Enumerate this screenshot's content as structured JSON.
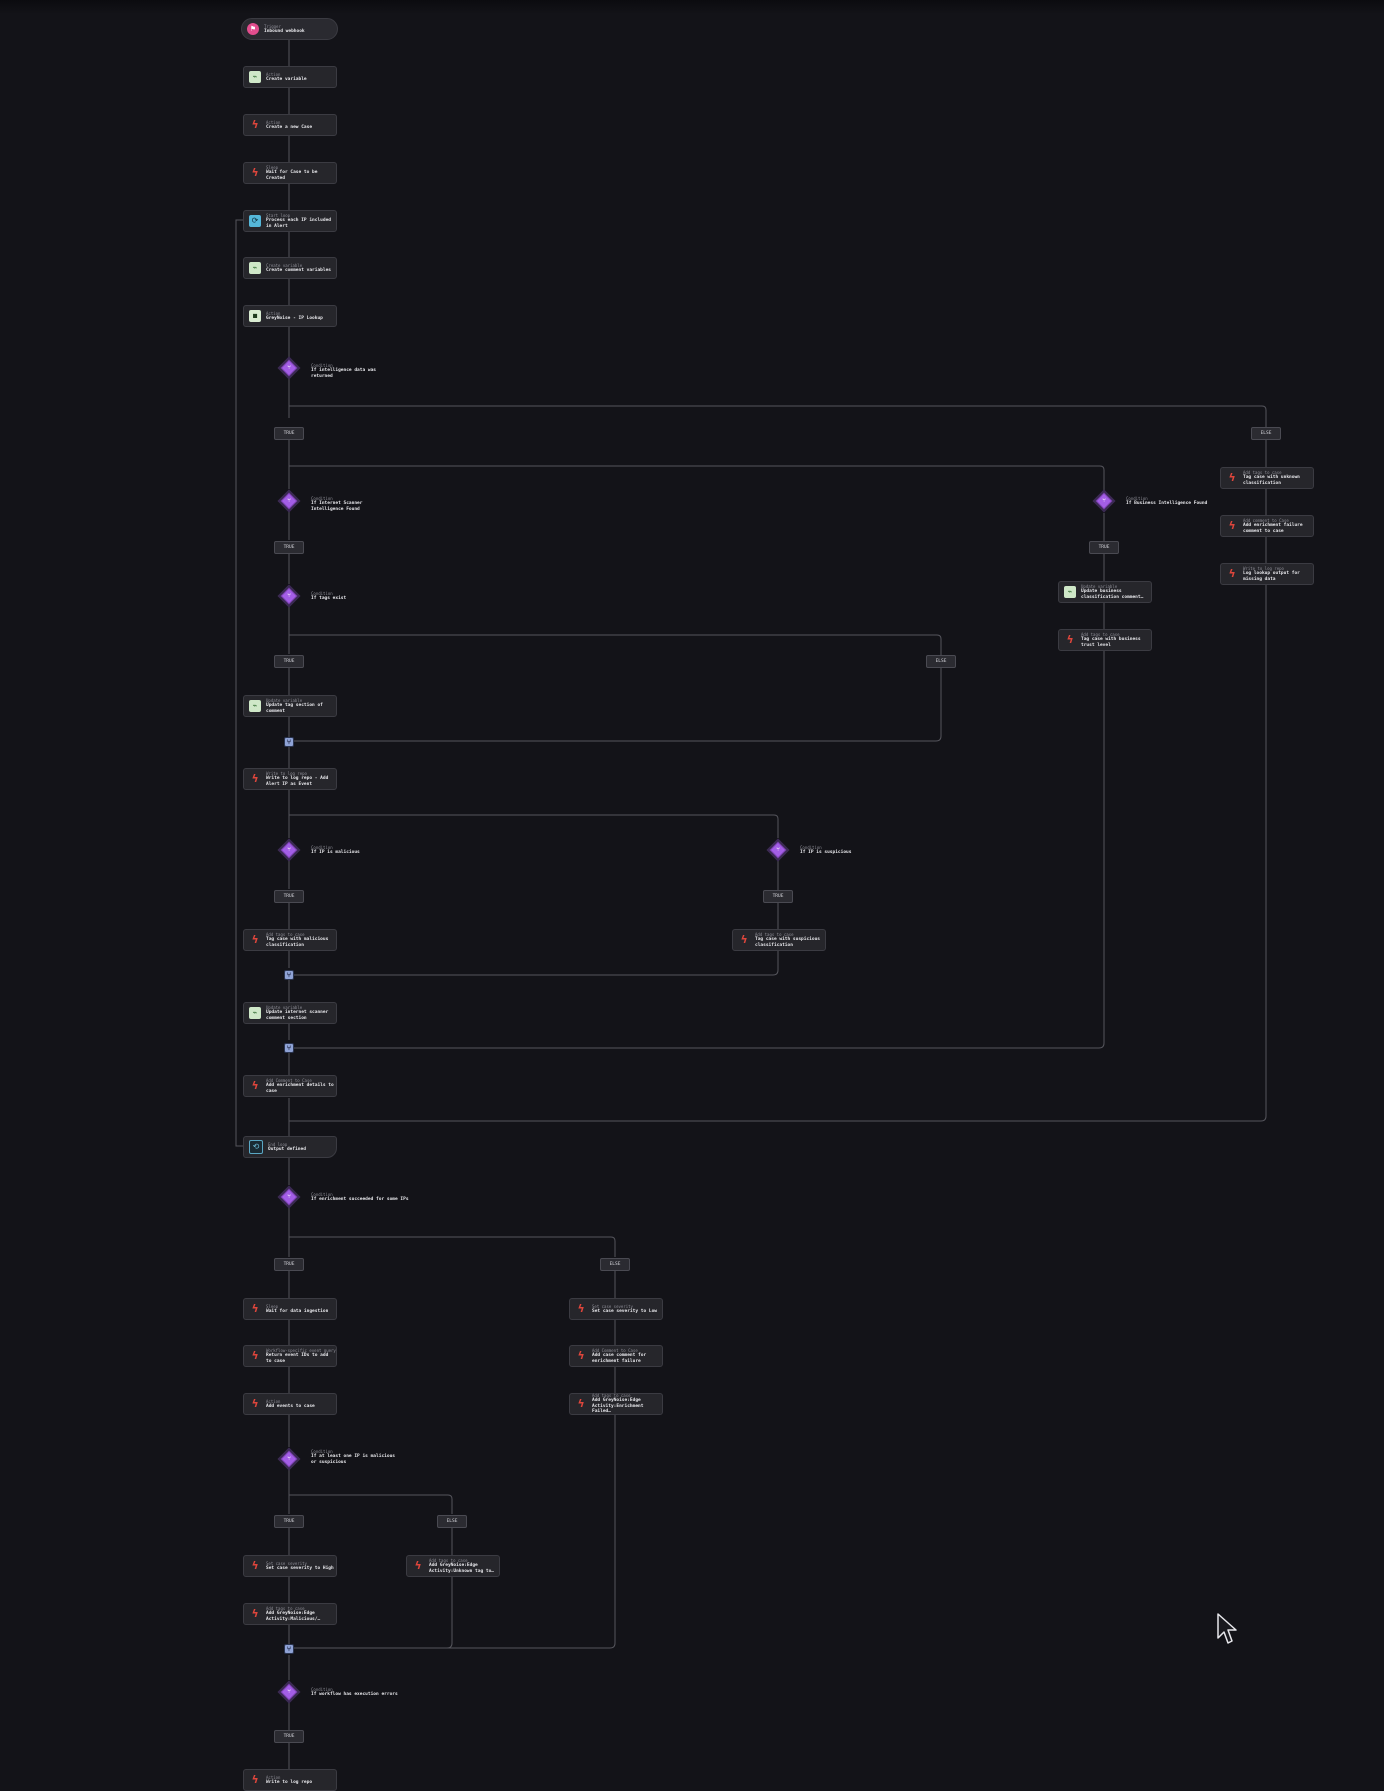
{
  "colors": {
    "background": "#131318",
    "wire": "#55555c",
    "condition": "#a35ee6",
    "trigger": "#e24d8d",
    "loop": "#55b7d9",
    "merge": "#8fa3d6",
    "action_icon": "#e0463c"
  },
  "nodes": {
    "n1": {
      "category": "Trigger",
      "label": "Inbound webhook",
      "icon": "webhook-icon"
    },
    "n2": {
      "category": "Action",
      "label": "Create variable",
      "icon": "variable-icon"
    },
    "n3": {
      "category": "Action",
      "label": "Create a new Case",
      "icon": "action-icon"
    },
    "n4": {
      "category": "Sleep",
      "label": "Wait for Case to be Created",
      "icon": "action-icon"
    },
    "n5": {
      "category": "Start loop",
      "label": "Process each IP included in Alert",
      "icon": "loop-icon"
    },
    "n6": {
      "category": "Create variable",
      "label": "Create comment variables",
      "icon": "variable-icon"
    },
    "n7": {
      "category": "Action",
      "label": "GreyNoise - IP Lookup",
      "icon": "greynoise-icon"
    },
    "n8": {
      "category": "Update variable",
      "label": "Update tag section of comment",
      "icon": "variable-icon"
    },
    "n9": {
      "category": "Write to log repo",
      "label": "Write to log repo - Add Alert IP as Event",
      "icon": "action-icon"
    },
    "n10": {
      "category": "Add tags to case",
      "label": "Tag case with malicious classification",
      "icon": "action-icon"
    },
    "n11": {
      "category": "Add tags to case",
      "label": "Tag case with suspicious classification",
      "icon": "action-icon"
    },
    "n12": {
      "category": "Update variable",
      "label": "Update internet scanner comment section",
      "icon": "variable-icon"
    },
    "n13": {
      "category": "Add Comment to Case",
      "label": "Add enrichment details to case",
      "icon": "action-icon"
    },
    "n14": {
      "category": "Update variable",
      "label": "Update business classification comment…",
      "icon": "variable-icon"
    },
    "n15": {
      "category": "Add tags to case",
      "label": "Tag case with business trust level",
      "icon": "action-icon"
    },
    "n16": {
      "category": "Add tags to case",
      "label": "Tag case with unknown classification",
      "icon": "action-icon"
    },
    "n17": {
      "category": "Add comment to Case",
      "label": "Add enrichment failure comment to case",
      "icon": "action-icon"
    },
    "n18": {
      "category": "Write to log repo",
      "label": "Log lookup output for missing data",
      "icon": "action-icon"
    },
    "n19": {
      "category": "End loop",
      "label": "Output defined",
      "icon": "loop-end-icon"
    },
    "n20": {
      "category": "Sleep",
      "label": "Wait for data ingestion",
      "icon": "action-icon"
    },
    "n21": {
      "category": "Workflow-specific event query",
      "label": "Return event IDs to add to case",
      "icon": "action-icon"
    },
    "n22": {
      "category": "Action",
      "label": "Add events to case",
      "icon": "action-icon"
    },
    "n23": {
      "category": "Set case severity",
      "label": "Set case severity to Low",
      "icon": "action-icon"
    },
    "n24": {
      "category": "Add Comment to Case",
      "label": "Add case comment for enrichment failure",
      "icon": "action-icon"
    },
    "n25": {
      "category": "Add tags to case",
      "label": "Add GreyNoise:Edge Activity:Enrichment Failed…",
      "icon": "action-icon"
    },
    "n26": {
      "category": "Set case severity",
      "label": "Set case severity to High",
      "icon": "action-icon"
    },
    "n27": {
      "category": "Add tags to case",
      "label": "Add GreyNoise:Edge Activity:Malicious/…",
      "icon": "action-icon"
    },
    "n28": {
      "category": "Add tags to case",
      "label": "Add GreyNoise:Edge Activity:Unknown tag to…",
      "icon": "action-icon"
    },
    "n29": {
      "category": "Action",
      "label": "Write to log repo",
      "icon": "action-icon"
    }
  },
  "conditions": {
    "c1": {
      "category": "Condition",
      "label": "If intelligence data was returned"
    },
    "c2": {
      "category": "Condition",
      "label": "If Internet Scanner Intelligence Found"
    },
    "c3": {
      "category": "Condition",
      "label": "If tags exist"
    },
    "c4": {
      "category": "Condition",
      "label": "If IP is malicious"
    },
    "c5": {
      "category": "Condition",
      "label": "If IP is suspicious"
    },
    "c6": {
      "category": "Condition",
      "label": "If Business Intelligence Found"
    },
    "c7": {
      "category": "Condition",
      "label": "If enrichment succeeded for some IPs"
    },
    "c8": {
      "category": "Condition",
      "label": "If at least one IP is malicious or suspicious"
    },
    "c9": {
      "category": "Condition",
      "label": "If workflow has execution errors"
    }
  },
  "branches": {
    "b1": "TRUE",
    "b2": "ELSE",
    "b3": "TRUE",
    "b4": "TRUE",
    "b5": "TRUE",
    "b6": "ELSE",
    "b7": "TRUE",
    "b8": "TRUE",
    "b9": "TRUE",
    "b10": "ELSE",
    "b11": "TRUE",
    "b12": "ELSE",
    "b13": "TRUE"
  }
}
